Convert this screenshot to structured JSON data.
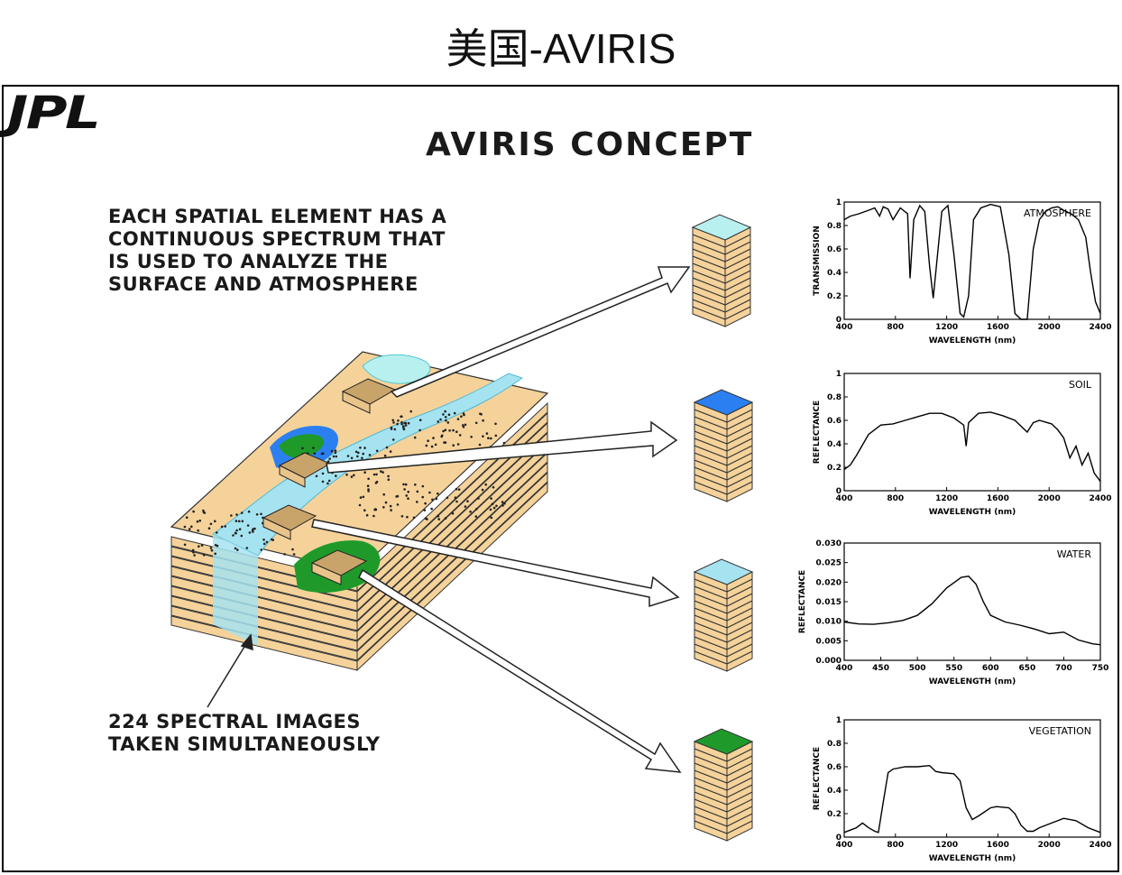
{
  "slide": {
    "title": "美国-AVIRIS"
  },
  "figure": {
    "logo_text": "JPL",
    "heading": "AVIRIS  CONCEPT",
    "caption_top": [
      "EACH SPATIAL ELEMENT HAS A",
      "CONTINUOUS SPECTRUM THAT",
      "IS USED TO ANALYZE THE",
      "SURFACE AND ATMOSPHERE"
    ],
    "caption_bottom": [
      "224 SPECTRAL IMAGES",
      "TAKEN SIMULTANEOUSLY"
    ],
    "colors": {
      "land": "#f4d29a",
      "water": "#a6e3f0",
      "water_line": "#4fb7d4",
      "vegetation": "#1f9a2a",
      "marsh": "#2c7ff0"
    }
  },
  "chart_data": [
    {
      "type": "line",
      "label": "ATMOSPHERE",
      "ylabel": "TRANSMISSION",
      "xlabel": "WAVELENGTH (nm)",
      "xlim": [
        400,
        2500
      ],
      "ylim": [
        0,
        1
      ],
      "xticks": [
        "400",
        "800",
        "1200",
        "1600",
        "2000",
        "2400"
      ],
      "yticks": [
        "0",
        "0.2",
        "0.4",
        "0.6",
        "0.8",
        "1"
      ],
      "x": [
        400,
        450,
        520,
        600,
        650,
        690,
        720,
        760,
        800,
        860,
        920,
        940,
        970,
        1020,
        1060,
        1100,
        1130,
        1200,
        1250,
        1300,
        1350,
        1380,
        1420,
        1460,
        1520,
        1600,
        1680,
        1750,
        1800,
        1850,
        1900,
        1950,
        2000,
        2050,
        2100,
        2150,
        2200,
        2260,
        2320,
        2380,
        2420,
        2460,
        2500
      ],
      "y": [
        0.85,
        0.88,
        0.9,
        0.93,
        0.95,
        0.88,
        0.96,
        0.94,
        0.85,
        0.95,
        0.9,
        0.35,
        0.85,
        0.97,
        0.92,
        0.45,
        0.18,
        0.92,
        0.97,
        0.55,
        0.05,
        0.02,
        0.2,
        0.85,
        0.95,
        0.98,
        0.96,
        0.55,
        0.05,
        0.0,
        0.0,
        0.6,
        0.85,
        0.92,
        0.95,
        0.96,
        0.93,
        0.9,
        0.85,
        0.7,
        0.4,
        0.15,
        0.05
      ]
    },
    {
      "type": "line",
      "label": "SOIL",
      "ylabel": "REFLECTANCE",
      "xlabel": "WAVELENGTH (nm)",
      "xlim": [
        400,
        2500
      ],
      "ylim": [
        0,
        1
      ],
      "xticks": [
        "400",
        "800",
        "1200",
        "1600",
        "2000",
        "2400"
      ],
      "yticks": [
        "0",
        "0.2",
        "0.4",
        "0.6",
        "0.8",
        "1"
      ],
      "x": [
        400,
        450,
        500,
        600,
        700,
        800,
        900,
        1000,
        1100,
        1200,
        1300,
        1380,
        1400,
        1420,
        1500,
        1600,
        1700,
        1800,
        1900,
        1950,
        2000,
        2100,
        2150,
        2200,
        2250,
        2300,
        2350,
        2400,
        2450,
        2500
      ],
      "y": [
        0.18,
        0.22,
        0.3,
        0.48,
        0.56,
        0.57,
        0.6,
        0.63,
        0.66,
        0.66,
        0.62,
        0.56,
        0.38,
        0.58,
        0.66,
        0.67,
        0.64,
        0.6,
        0.5,
        0.58,
        0.6,
        0.57,
        0.52,
        0.45,
        0.28,
        0.38,
        0.22,
        0.32,
        0.15,
        0.08
      ]
    },
    {
      "type": "line",
      "label": "WATER",
      "ylabel": "REFLECTANCE",
      "xlabel": "WAVELENGTH (nm)",
      "xlim": [
        400,
        750
      ],
      "ylim": [
        0,
        0.03
      ],
      "xticks": [
        "400",
        "450",
        "500",
        "550",
        "600",
        "650",
        "700",
        "750"
      ],
      "yticks": [
        "0.000",
        "0.005",
        "0.010",
        "0.015",
        "0.020",
        "0.025",
        "0.030"
      ],
      "x": [
        400,
        420,
        440,
        460,
        480,
        500,
        520,
        540,
        560,
        570,
        580,
        590,
        600,
        620,
        640,
        660,
        680,
        700,
        720,
        740,
        750
      ],
      "y": [
        0.0098,
        0.0093,
        0.0092,
        0.0096,
        0.0102,
        0.0115,
        0.0145,
        0.0185,
        0.0212,
        0.0215,
        0.0195,
        0.015,
        0.0115,
        0.0098,
        0.009,
        0.008,
        0.0068,
        0.0072,
        0.0052,
        0.0042,
        0.004
      ]
    },
    {
      "type": "line",
      "label": "VEGETATION",
      "ylabel": "REFLECTANCE",
      "xlabel": "WAVELENGTH (nm)",
      "xlim": [
        400,
        2500
      ],
      "ylim": [
        0,
        1
      ],
      "xticks": [
        "400",
        "800",
        "1200",
        "1600",
        "2000",
        "2400"
      ],
      "yticks": [
        "0",
        "0.2",
        "0.4",
        "0.6",
        "0.8",
        "1"
      ],
      "x": [
        400,
        450,
        500,
        550,
        600,
        650,
        680,
        720,
        760,
        800,
        900,
        1000,
        1100,
        1150,
        1200,
        1300,
        1350,
        1400,
        1450,
        1500,
        1600,
        1650,
        1750,
        1800,
        1850,
        1900,
        1950,
        2000,
        2100,
        2200,
        2300,
        2400,
        2500
      ],
      "y": [
        0.04,
        0.06,
        0.08,
        0.12,
        0.08,
        0.05,
        0.04,
        0.3,
        0.55,
        0.58,
        0.6,
        0.6,
        0.61,
        0.56,
        0.55,
        0.54,
        0.48,
        0.25,
        0.15,
        0.18,
        0.25,
        0.26,
        0.25,
        0.2,
        0.1,
        0.05,
        0.05,
        0.08,
        0.12,
        0.16,
        0.14,
        0.08,
        0.04
      ]
    }
  ]
}
